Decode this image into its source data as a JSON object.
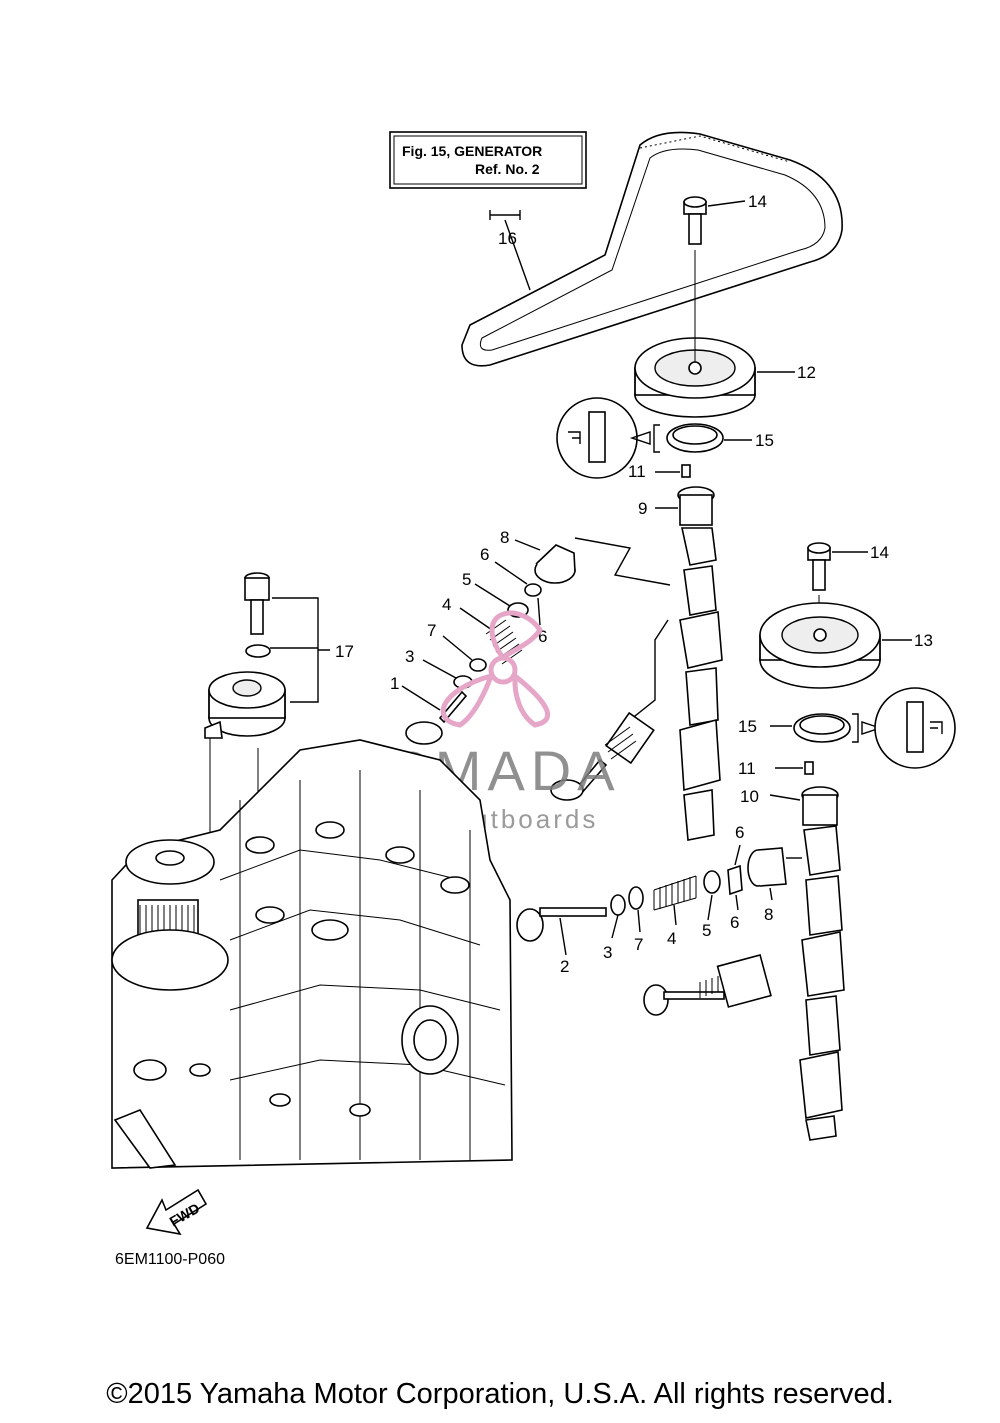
{
  "reference_box": {
    "line1": "Fig. 15, GENERATOR",
    "line2": "Ref. No. 2"
  },
  "callouts": {
    "c1": "1",
    "c2": "2",
    "c3a": "3",
    "c3b": "3",
    "c4a": "4",
    "c4b": "4",
    "c5a": "5",
    "c5b": "5",
    "c6a": "6",
    "c6b": "6",
    "c6c": "6",
    "c6d": "6",
    "c7a": "7",
    "c7b": "7",
    "c8a": "8",
    "c8b": "8",
    "c9": "9",
    "c10": "10",
    "c11a": "11",
    "c11b": "11",
    "c12": "12",
    "c13": "13",
    "c14a": "14",
    "c14b": "14",
    "c15a": "15",
    "c15b": "15",
    "c16": "16",
    "c17": "17"
  },
  "fwd_label": "FWD",
  "diagram_code": "6EM1100-P060",
  "watermark": {
    "brand": "ARMADA",
    "tagline": "marine outboards",
    "color": "#e6a6c8"
  },
  "copyright": "©2015 Yamaha Motor Corporation, U.S.A. All rights reserved."
}
